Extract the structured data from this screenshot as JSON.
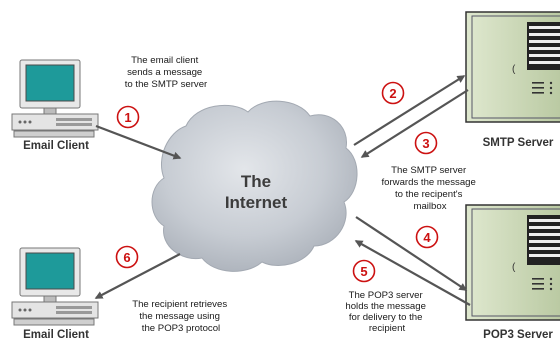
{
  "nodes": {
    "email_client_top": "Email Client",
    "email_client_bottom": "Email Client",
    "smtp_server": "SMTP Server",
    "pop3_server": "POP3 Server"
  },
  "cloud": {
    "line1": "The",
    "line2": "Internet"
  },
  "steps": [
    {
      "number": "1",
      "note": [
        "The email client",
        "sends a message",
        "to the SMTP server"
      ]
    },
    {
      "number": "2",
      "note": []
    },
    {
      "number": "3",
      "note": [
        "The SMTP server",
        "forwards the message",
        "to the recipent's",
        "mailbox"
      ]
    },
    {
      "number": "4",
      "note": []
    },
    {
      "number": "5",
      "note": [
        "The POP3 server",
        "holds the message",
        "for delivery to the",
        "recipient"
      ]
    },
    {
      "number": "6",
      "note": [
        "The recipient retrieves",
        "the message using",
        "the POP3 protocol"
      ]
    }
  ],
  "colors": {
    "step_circle": "#cc1111",
    "arrow": "#555555",
    "server_body": "#c9d6b4",
    "cloud": "#c7ccd3",
    "monitor_screen": "#1e9a9a"
  }
}
